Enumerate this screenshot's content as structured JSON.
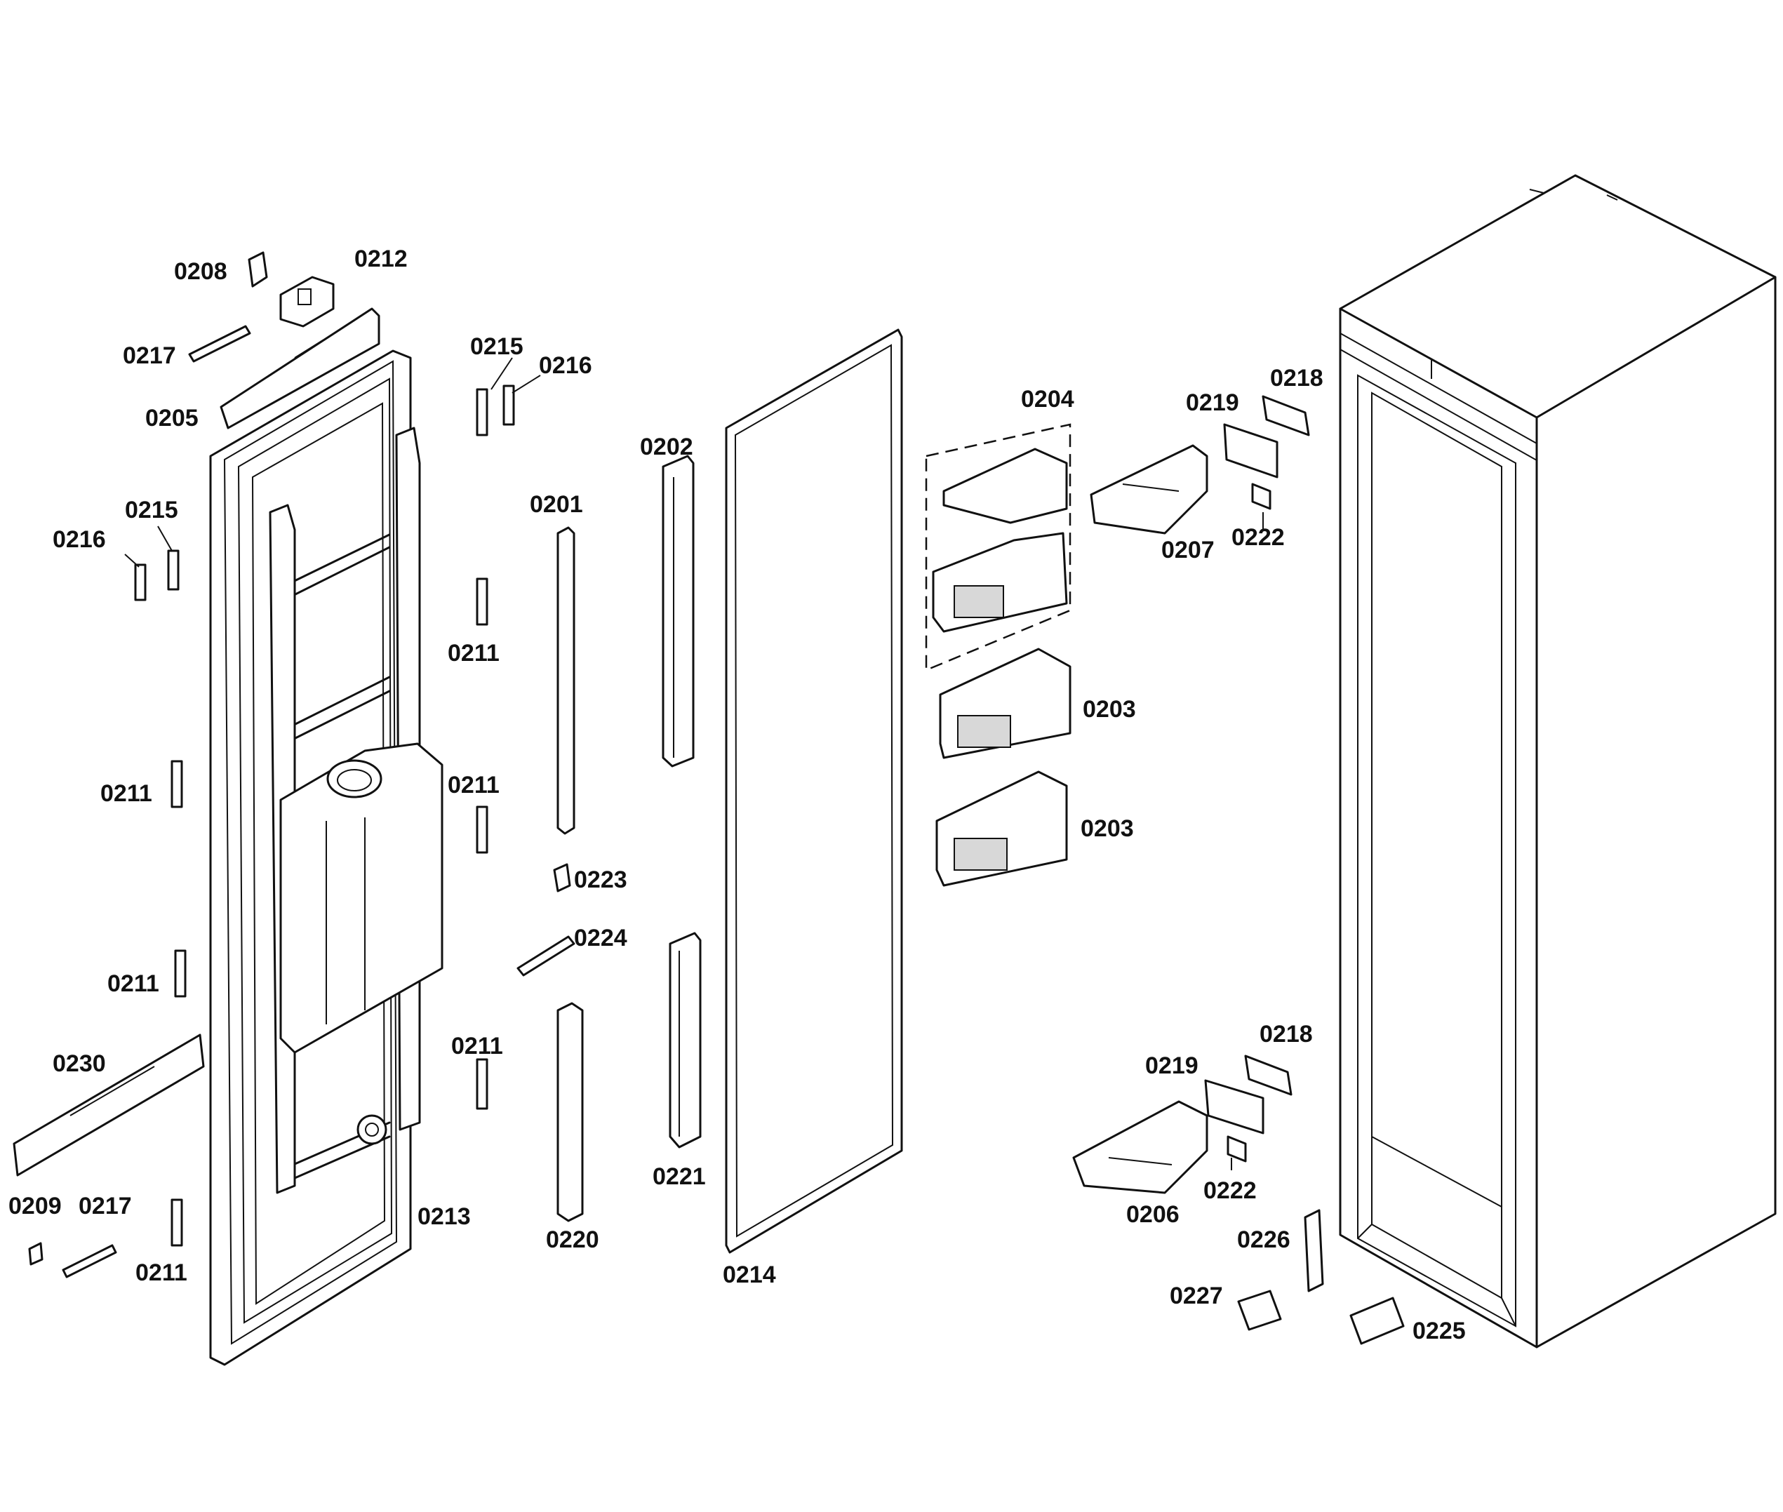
{
  "diagram": {
    "labels": [
      {
        "id": "lbl-0208",
        "text": "0208"
      },
      {
        "id": "lbl-0212",
        "text": "0212"
      },
      {
        "id": "lbl-0217-top",
        "text": "0217"
      },
      {
        "id": "lbl-0205",
        "text": "0205"
      },
      {
        "id": "lbl-0215-left",
        "text": "0215"
      },
      {
        "id": "lbl-0216-left",
        "text": "0216"
      },
      {
        "id": "lbl-0211-left-1",
        "text": "0211"
      },
      {
        "id": "lbl-0211-left-2",
        "text": "0211"
      },
      {
        "id": "lbl-0230",
        "text": "0230"
      },
      {
        "id": "lbl-0209",
        "text": "0209"
      },
      {
        "id": "lbl-0217-bottom",
        "text": "0217"
      },
      {
        "id": "lbl-0211-left-3",
        "text": "0211"
      },
      {
        "id": "lbl-0215-mid",
        "text": "0215"
      },
      {
        "id": "lbl-0216-mid",
        "text": "0216"
      },
      {
        "id": "lbl-0211-mid-1",
        "text": "0211"
      },
      {
        "id": "lbl-0211-mid-2",
        "text": "0211"
      },
      {
        "id": "lbl-0211-mid-3",
        "text": "0211"
      },
      {
        "id": "lbl-0213",
        "text": "0213"
      },
      {
        "id": "lbl-0201",
        "text": "0201"
      },
      {
        "id": "lbl-0202",
        "text": "0202"
      },
      {
        "id": "lbl-0223",
        "text": "0223"
      },
      {
        "id": "lbl-0224",
        "text": "0224"
      },
      {
        "id": "lbl-0220",
        "text": "0220"
      },
      {
        "id": "lbl-0221",
        "text": "0221"
      },
      {
        "id": "lbl-0214",
        "text": "0214"
      },
      {
        "id": "lbl-0204",
        "text": "0204"
      },
      {
        "id": "lbl-0203-1",
        "text": "0203"
      },
      {
        "id": "lbl-0203-2",
        "text": "0203"
      },
      {
        "id": "lbl-0219-top",
        "text": "0219"
      },
      {
        "id": "lbl-0218-top",
        "text": "0218"
      },
      {
        "id": "lbl-0207",
        "text": "0207"
      },
      {
        "id": "lbl-0222-top",
        "text": "0222"
      },
      {
        "id": "lbl-0218-bottom",
        "text": "0218"
      },
      {
        "id": "lbl-0219-bottom",
        "text": "0219"
      },
      {
        "id": "lbl-0222-bottom",
        "text": "0222"
      },
      {
        "id": "lbl-0206",
        "text": "0206"
      },
      {
        "id": "lbl-0226",
        "text": "0226"
      },
      {
        "id": "lbl-0227",
        "text": "0227"
      },
      {
        "id": "lbl-0225",
        "text": "0225"
      }
    ]
  }
}
